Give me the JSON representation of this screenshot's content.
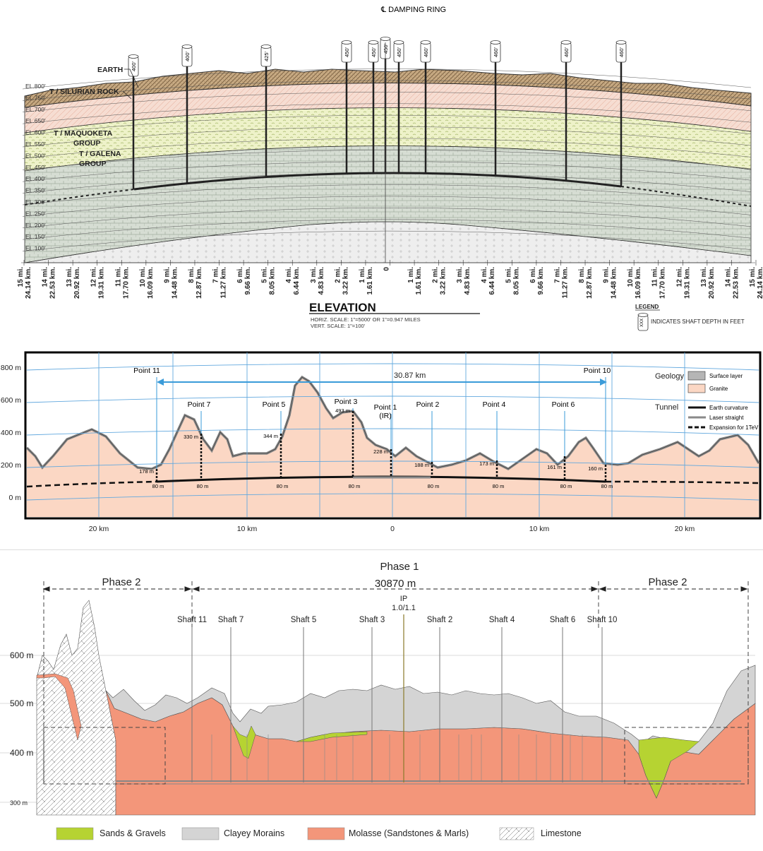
{
  "elevation": {
    "damping_label": "℄ DAMPING RING",
    "shafts": [
      {
        "depth": "400'"
      },
      {
        "depth": "400'"
      },
      {
        "depth": "425'"
      },
      {
        "depth": "450'"
      },
      {
        "depth": "450'"
      },
      {
        "depth": "450'"
      },
      {
        "depth": "450'"
      },
      {
        "depth": "460'"
      },
      {
        "depth": "460'"
      },
      {
        "depth": "460'"
      },
      {
        "depth": "460'"
      }
    ],
    "layer_labels": [
      "EARTH",
      "T / SILURIAN ROCK",
      "T / MAQUOKETA",
      "GROUP",
      "T / GALENA",
      "GROUP"
    ],
    "el_labels": [
      "EL.800'",
      "EL.750'",
      "EL.700'",
      "EL.650'",
      "EL.600'",
      "EL.550'",
      "EL.500'",
      "EL.450'",
      "EL.400'",
      "EL.350'",
      "EL.300'",
      "EL.250'",
      "EL.200'",
      "EL.150'",
      "EL.100'"
    ],
    "distance_ticks": [
      {
        "mi": "15 mi.",
        "km": "24.14 km."
      },
      {
        "mi": "14 mi.",
        "km": "22.53 km."
      },
      {
        "mi": "13 mi.",
        "km": "20.92 km."
      },
      {
        "mi": "12 mi.",
        "km": "19.31 km."
      },
      {
        "mi": "11 mi.",
        "km": "17.70 km."
      },
      {
        "mi": "10 mi.",
        "km": "16.09 km."
      },
      {
        "mi": "9 mi.",
        "km": "14.48 km."
      },
      {
        "mi": "8 mi.",
        "km": "12.87 km."
      },
      {
        "mi": "7 mi.",
        "km": "11.27 km."
      },
      {
        "mi": "6 mi.",
        "km": "9.66 km."
      },
      {
        "mi": "5 mi.",
        "km": "8.05 km."
      },
      {
        "mi": "4 mi.",
        "km": "6.44 km."
      },
      {
        "mi": "3 mi.",
        "km": "4.83 km."
      },
      {
        "mi": "2 mi.",
        "km": "3.22 km."
      },
      {
        "mi": "1 mi.",
        "km": "1.61 km."
      },
      {
        "mi": "0",
        "km": ""
      },
      {
        "mi": "1 mi.",
        "km": "1.61 km."
      },
      {
        "mi": "2 mi.",
        "km": "3.22 km."
      },
      {
        "mi": "3 mi.",
        "km": "4.83 km."
      },
      {
        "mi": "4 mi.",
        "km": "6.44 km."
      },
      {
        "mi": "5 mi.",
        "km": "8.05 km."
      },
      {
        "mi": "6 mi.",
        "km": "9.66 km."
      },
      {
        "mi": "7 mi.",
        "km": "11.27 km."
      },
      {
        "mi": "8 mi.",
        "km": "12.87 km."
      },
      {
        "mi": "9 mi.",
        "km": "14.48 km."
      },
      {
        "mi": "10 mi.",
        "km": "16.09 km."
      },
      {
        "mi": "11 mi.",
        "km": "17.70 km."
      },
      {
        "mi": "12 mi.",
        "km": "19.31 km."
      },
      {
        "mi": "13 mi.",
        "km": "20.92 km."
      },
      {
        "mi": "14 mi.",
        "km": "22.53 km."
      },
      {
        "mi": "15 mi.",
        "km": "24.14 km."
      }
    ],
    "title": "ELEVATION",
    "horiz_scale": "HORIZ. SCALE: 1\"=5000' OR 1\"=0.947 MILES",
    "vert_scale": "VERT. SCALE: 1\"=100'",
    "legend_title": "LEGEND",
    "legend_symbol": "XXX",
    "legend_text": "INDICATES SHAFT DEPTH IN FEET",
    "colors": {
      "earth": "#c8ab84",
      "silurian": "#f6ddd2",
      "maquoketa": "#eef2c9",
      "galena": "#d5dcd3",
      "lower": "#e9ecec"
    }
  },
  "profile": {
    "y_labels": [
      "800 m",
      "600 m",
      "400 m",
      "200 m",
      "0 m"
    ],
    "x_labels": [
      "20 km",
      "10 km",
      "0",
      "10 km",
      "20 km"
    ],
    "span_label": "30.87 km",
    "points": [
      {
        "name": "Point 11",
        "depth": "178 m",
        "base": "80 m"
      },
      {
        "name": "Point 7",
        "depth": "330 m",
        "base": "80 m"
      },
      {
        "name": "Point 5",
        "depth": "344 m",
        "base": "80 m"
      },
      {
        "name": "Point 3",
        "depth": "493 m",
        "base": "80 m"
      },
      {
        "name": "Point 1",
        "sub": "(IR)",
        "depth": "228 m",
        "base": ""
      },
      {
        "name": "Point 2",
        "depth": "188 m",
        "base": "80 m"
      },
      {
        "name": "Point 4",
        "depth": "173 m",
        "base": "80 m"
      },
      {
        "name": "Point 6",
        "depth": "161 m",
        "base": "80 m"
      },
      {
        "name": "Point 10",
        "depth": "160 m",
        "base": "80 m"
      }
    ],
    "legend": {
      "geology_title": "Geology",
      "surface": "Surface layer",
      "granite": "Granite",
      "tunnel_title": "Tunnel",
      "earth": "Earth curvature",
      "laser": "Laser straight",
      "expansion": "Expansion for 1TeV"
    },
    "colors": {
      "granite": "#fbd7c4",
      "surface": "#9a9a9a",
      "grid": "#62a8de"
    }
  },
  "section": {
    "phase1": "Phase 1",
    "phase1_length": "30870 m",
    "phase2_left": "Phase 2",
    "phase2_right": "Phase 2",
    "ip_label": "IP",
    "ip_sub": "1.0/1.1",
    "shafts": [
      "Shaft 11",
      "Shaft 7",
      "Shaft 5",
      "Shaft 3",
      "Shaft 2",
      "Shaft 4",
      "Shaft 6",
      "Shaft 10"
    ],
    "y_labels": [
      "600 m",
      "500 m",
      "400 m",
      "300 m"
    ],
    "legend": [
      "Sands & Gravels",
      "Clayey Morains",
      "Molasse (Sandstones & Marls)",
      "Limestone"
    ],
    "colors": {
      "sands": "#b6d332",
      "morains": "#d4d4d4",
      "molasse": "#f3967a",
      "limestone": "#ffffff"
    }
  }
}
